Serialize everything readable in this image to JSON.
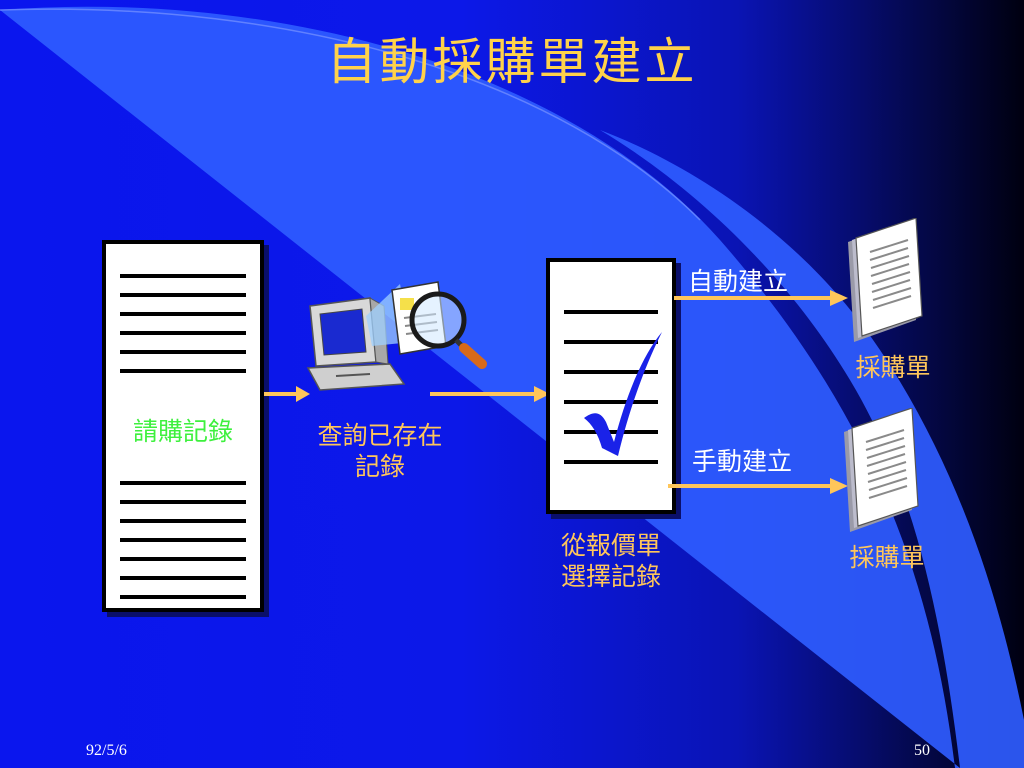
{
  "slide": {
    "title": "自動採購單建立",
    "footer_date": "92/5/6",
    "page_number": "50"
  },
  "nodes": {
    "requisition_records": "請購記錄",
    "query_label_line1": "查詢已存在",
    "query_label_line2": "記錄",
    "quote_label_line1": "從報價單",
    "quote_label_line2": "選擇記錄",
    "auto_create": "自動建立",
    "manual_create": "手動建立",
    "po_auto": "採購單",
    "po_manual": "採購單"
  },
  "icons": {
    "query": "computer-magnifier-icon",
    "check": "checkmark-icon",
    "po_doc": "document-stack-icon"
  },
  "colors": {
    "title": "#ffd24a",
    "label_yellow": "#ffc65a",
    "label_green": "#3ef03e",
    "arrow": "#ffc65a",
    "swoosh": "#2f5cff"
  }
}
